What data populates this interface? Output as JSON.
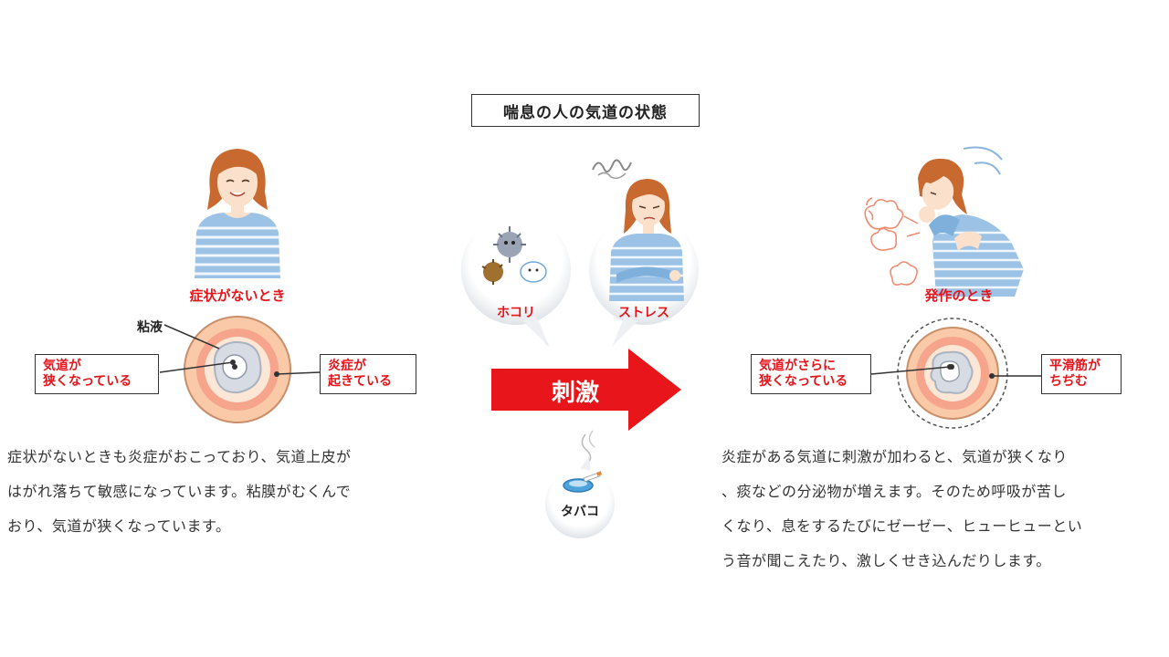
{
  "title": "喘息の人の気道の状態",
  "left": {
    "state_label": "症状がないとき",
    "mucus_label": "粘液",
    "callout_airway": [
      "気道が",
      "狭くなっている"
    ],
    "callout_inflammation": [
      "炎症が",
      "起きている"
    ],
    "paragraph": [
      "症状がないときも炎症がおこっており、気道上皮が",
      "はがれ落ちて敏感になっています。粘膜がむくんで",
      "おり、気道が狭くなっています。"
    ]
  },
  "center": {
    "bubble_dust": "ホコリ",
    "bubble_stress": "ストレス",
    "bubble_tobacco": "タバコ",
    "arrow_label": "刺激"
  },
  "right": {
    "state_label": "発作のとき",
    "callout_airway": [
      "気道がさらに",
      "狭くなっている"
    ],
    "callout_muscle": [
      "平滑筋が",
      "ちぢむ"
    ],
    "paragraph": [
      "炎症がある気道に刺激が加わると、気道が狭くなり",
      "、痰などの分泌物が増えます。そのため呼吸が苦し",
      "くなり、息をするたびにゼーゼー、ヒューヒューとい",
      "う音が聞こえたり、激しくせき込んだりします。"
    ]
  },
  "colors": {
    "accent_red": "#e5151b",
    "hair": "#c8692f",
    "shirt": "#7fb0dc",
    "skin": "#fbe0cc",
    "airway_pink": "#f6a48b",
    "airway_outer": "#f9c9a8"
  }
}
